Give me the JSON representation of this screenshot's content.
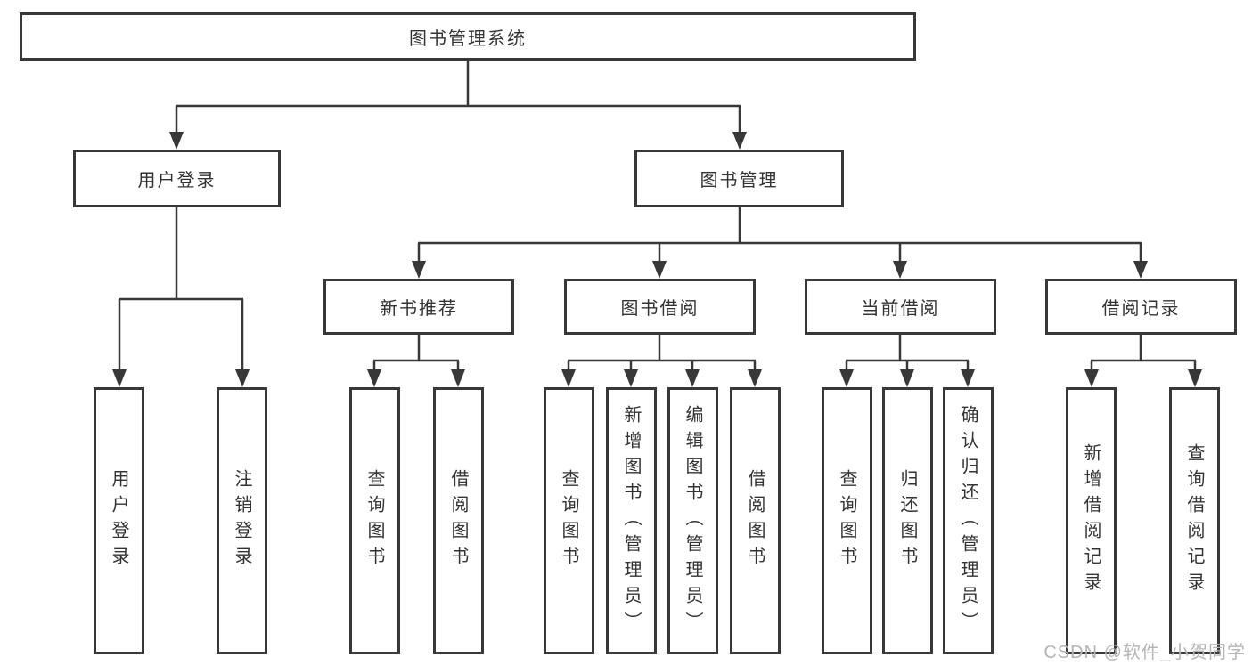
{
  "diagram": {
    "root": "图书管理系统",
    "user_login": {
      "label": "用户登录",
      "children": [
        "用户登录",
        "注销登录"
      ]
    },
    "book_mgmt": {
      "label": "图书管理",
      "sections": [
        {
          "label": "新书推荐",
          "children": [
            "查询图书",
            "借阅图书"
          ]
        },
        {
          "label": "图书借阅",
          "children": [
            "查询图书",
            "新增图书（管理员）",
            "编辑图书（管理员）",
            "借阅图书"
          ]
        },
        {
          "label": "当前借阅",
          "children": [
            "查询图书",
            "归还图书",
            "确认归还（管理员）"
          ]
        },
        {
          "label": "借阅记录",
          "children": [
            "新增借阅记录",
            "查询借阅记录"
          ]
        }
      ]
    }
  },
  "watermark": "CSDN @软件_小贺同学",
  "colors": {
    "line": "#383838",
    "box_border": "#383838",
    "text": "#333333",
    "watermark": "#b4b4b4",
    "background": "#ffffff"
  }
}
